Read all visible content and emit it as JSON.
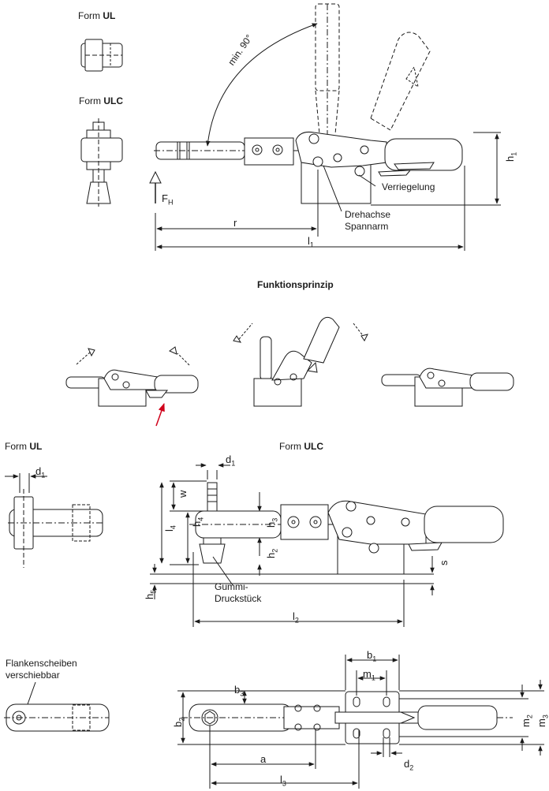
{
  "form_labels": {
    "top_ul": {
      "prefix": "Form",
      "name": "UL"
    },
    "top_ulc": {
      "prefix": "Form",
      "name": "ULC"
    },
    "mid_ul": {
      "prefix": "Form",
      "name": "UL"
    },
    "mid_ulc": {
      "prefix": "Form",
      "name": "ULC"
    }
  },
  "section_title": "Funktionsprinzip",
  "annotations": {
    "angle": "min. 90°",
    "locking": "Verriegelung",
    "pivot_line1": "Drehachse",
    "pivot_line2": "Spannarm",
    "rubber_line1": "Gummi-",
    "rubber_line2": "Druckstück",
    "flange_line1": "Flankenscheiben",
    "flange_line2": "verschiebbar"
  },
  "dimensions": {
    "force": {
      "main": "F",
      "sub": "H"
    },
    "h1": {
      "main": "h",
      "sub": "1"
    },
    "r": {
      "main": "r",
      "sub": ""
    },
    "l1": {
      "main": "l",
      "sub": "1"
    },
    "d1_left": {
      "main": "d",
      "sub": "1"
    },
    "d1_right": {
      "main": "d",
      "sub": "1"
    },
    "w": {
      "main": "w",
      "sub": ""
    },
    "l4": {
      "main": "l",
      "sub": "4"
    },
    "h4": {
      "main": "h",
      "sub": "4"
    },
    "h3": {
      "main": "h",
      "sub": "3"
    },
    "h2": {
      "main": "h",
      "sub": "2"
    },
    "s": {
      "main": "s",
      "sub": ""
    },
    "h5": {
      "main": "h",
      "sub": "5"
    },
    "l2": {
      "main": "l",
      "sub": "2"
    },
    "b1": {
      "main": "b",
      "sub": "1"
    },
    "m1": {
      "main": "m",
      "sub": "1"
    },
    "b3": {
      "main": "b",
      "sub": "3"
    },
    "b2": {
      "main": "b",
      "sub": "2"
    },
    "m2": {
      "main": "m",
      "sub": "2"
    },
    "m3": {
      "main": "m",
      "sub": "3"
    },
    "a": {
      "main": "a",
      "sub": ""
    },
    "d2": {
      "main": "d",
      "sub": "2"
    },
    "l3": {
      "main": "l",
      "sub": "3"
    }
  },
  "colors": {
    "line": "#1a1a1a",
    "fill": "#ffffff",
    "shade": "#e6e6e6",
    "arrow_accent": "#d0021b"
  }
}
